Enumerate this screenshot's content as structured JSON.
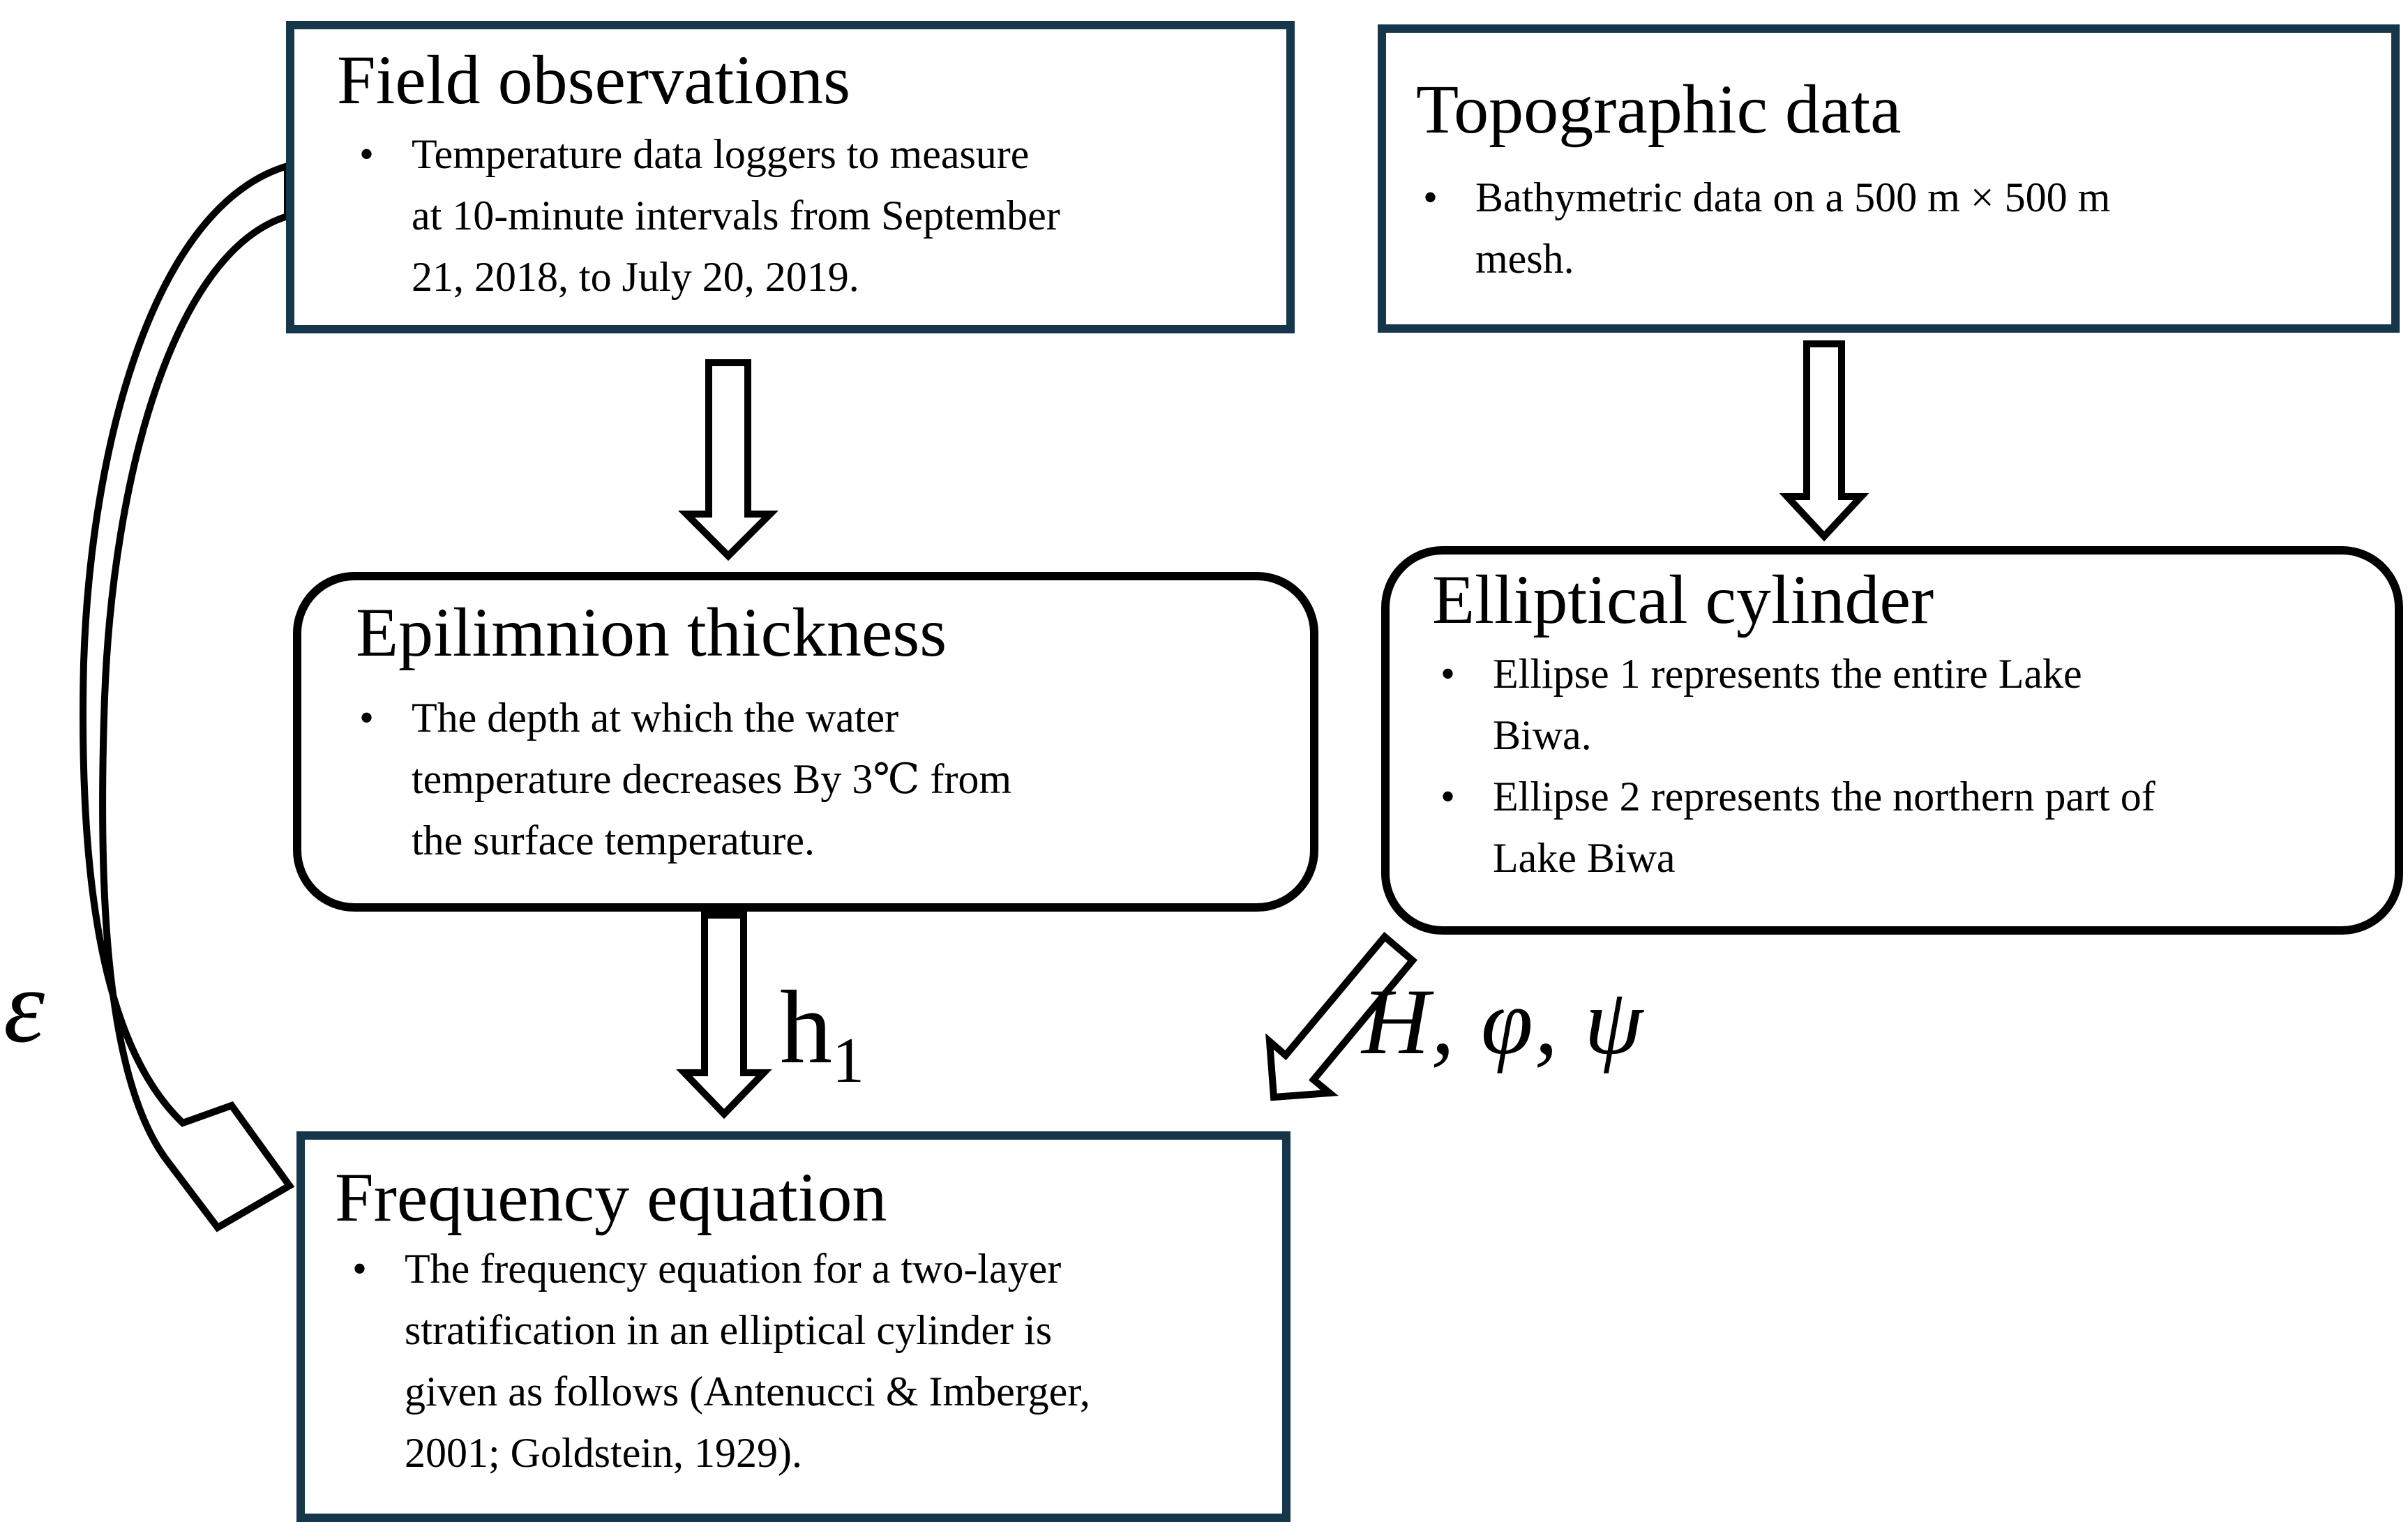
{
  "colors": {
    "rect_border": "#16364c",
    "round_border": "#000000",
    "arrow_stroke": "#000000",
    "arrow_fill": "#ffffff",
    "page_bg": "#ffffff",
    "text": "#000000"
  },
  "diagram": {
    "bullet_char": "•",
    "boxes": {
      "field_observations": {
        "title": "Field observations",
        "bullets": [
          "Temperature data loggers to measure at 10-minute intervals from September 21, 2018, to July 20, 2019."
        ]
      },
      "topographic_data": {
        "title": "Topographic data",
        "bullets": [
          "Bathymetric data on a 500 m × 500 m mesh."
        ]
      },
      "epilimnion_thickness": {
        "title": "Epilimnion thickness",
        "bullets": [
          "The depth at which the water temperature decreases By 3℃ from the surface temperature."
        ]
      },
      "elliptical_cylinder": {
        "title": "Elliptical cylinder",
        "bullets": [
          "Ellipse 1 represents the entire Lake Biwa.",
          "Ellipse 2 represents the northern part of Lake Biwa"
        ]
      },
      "frequency_equation": {
        "title": "Frequency equation",
        "bullets": [
          "The frequency equation for a two-layer stratification in an elliptical cylinder is given as follows (Antenucci & Imberger, 2001; Goldstein, 1929)."
        ]
      }
    },
    "labels": {
      "epsilon": "ε",
      "h1_base": "h",
      "h1_sub": "1",
      "H_phi_psi": "H, φ, ψ"
    },
    "arrows": [
      {
        "from": "field_observations",
        "to": "epilimnion_thickness",
        "label": ""
      },
      {
        "from": "topographic_data",
        "to": "elliptical_cylinder",
        "label": ""
      },
      {
        "from": "epilimnion_thickness",
        "to": "frequency_equation",
        "label": "h1"
      },
      {
        "from": "elliptical_cylinder",
        "to": "frequency_equation",
        "label": "H, φ, ψ"
      },
      {
        "from": "field_observations",
        "to": "frequency_equation",
        "label": "ε"
      }
    ]
  }
}
